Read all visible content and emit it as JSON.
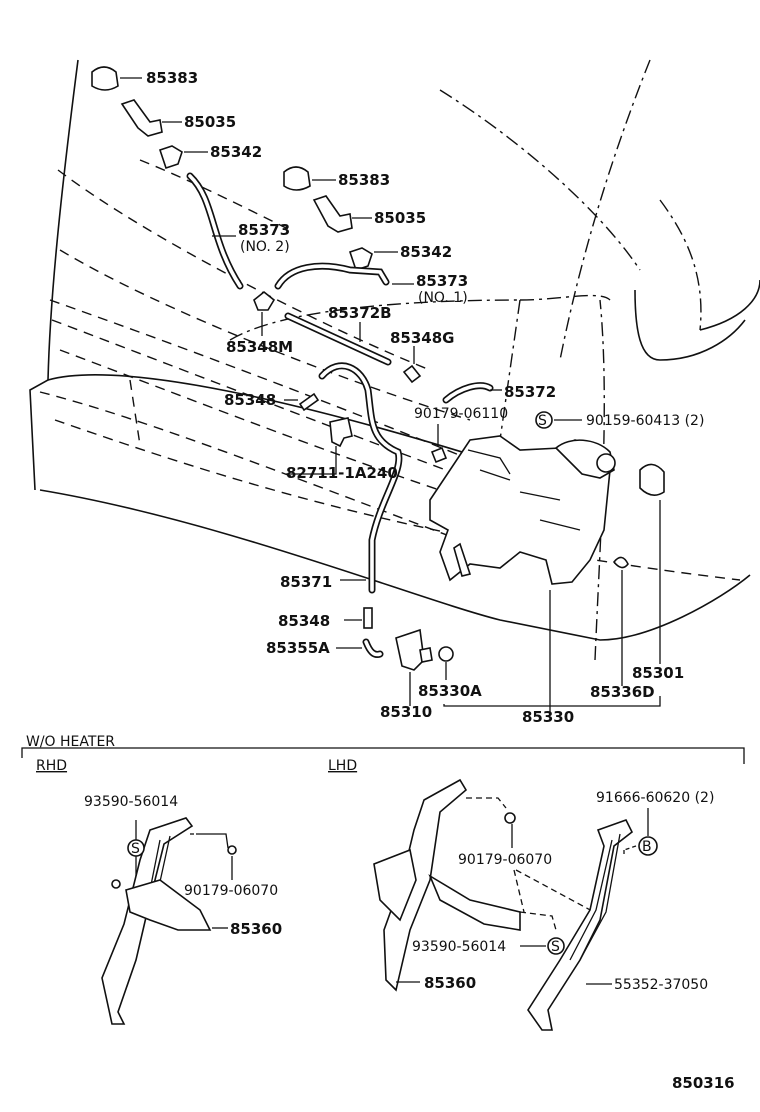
{
  "diagram_number": "850316",
  "parts": {
    "cap_85383_a": "85383",
    "nozzle_85035_a": "85035",
    "clip_85342_a": "85342",
    "cap_85383_b": "85383",
    "nozzle_85035_b": "85035",
    "hose_85373_no2": "85373",
    "hose_85373_no2_note": "(NO. 2)",
    "clip_85342_b": "85342",
    "hose_85373_no1": "85373",
    "hose_85373_no1_note": "(NO. 1)",
    "hose_85372b": "85372B",
    "joint_85348m": "85348M",
    "joint_85348g": "85348G",
    "hose_85372": "85372",
    "joint_85348_a": "85348",
    "nut_90179": "90179-06110",
    "bolt_90159": "90159-60413 (2)",
    "bracket_82711": "82711-1A240",
    "hose_85371": "85371",
    "joint_85348_b": "85348",
    "hose_85355a": "85355A",
    "grommet_85330a": "85330A",
    "motor_85310": "85310",
    "tank_85330": "85330",
    "cap_85301": "85301",
    "grommet_85336d": "85336D"
  },
  "lower_section": {
    "title": "W/O HEATER",
    "rhd_label": "RHD",
    "lhd_label": "LHD",
    "rhd_parts": {
      "bolt": "93590-56014",
      "nut": "90179-06070",
      "bracket": "85360"
    },
    "lhd_parts": {
      "clip": "91666-60620 (2)",
      "nut": "90179-06070",
      "bolt": "93590-56014",
      "bracket": "85360",
      "bracket_long": "55352-37050"
    },
    "symbol_s": "S",
    "symbol_b": "B"
  }
}
